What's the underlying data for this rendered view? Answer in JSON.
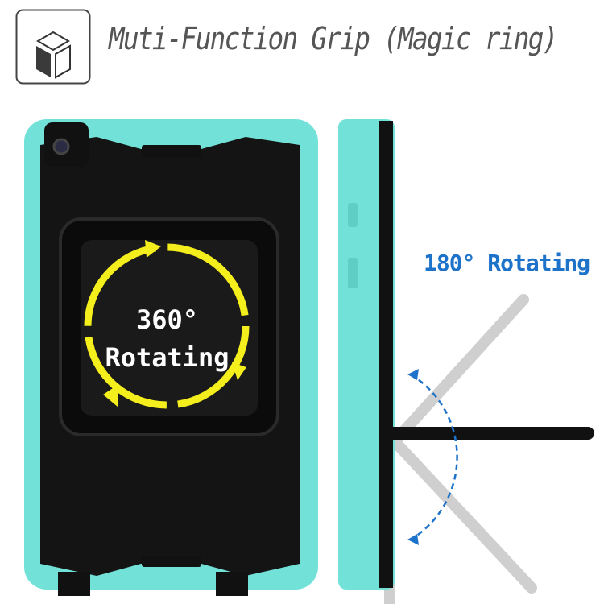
{
  "header": {
    "title": "Muti-Function Grip (Magic ring)",
    "icon": "box-icon"
  },
  "front_view": {
    "label_line1": "360°",
    "label_line2": "Rotating",
    "case_color": "#72e2d9",
    "arrow_color": "#f3ee1c"
  },
  "side_view": {
    "label": "180° Rotating",
    "label_color": "#1d72c9"
  }
}
